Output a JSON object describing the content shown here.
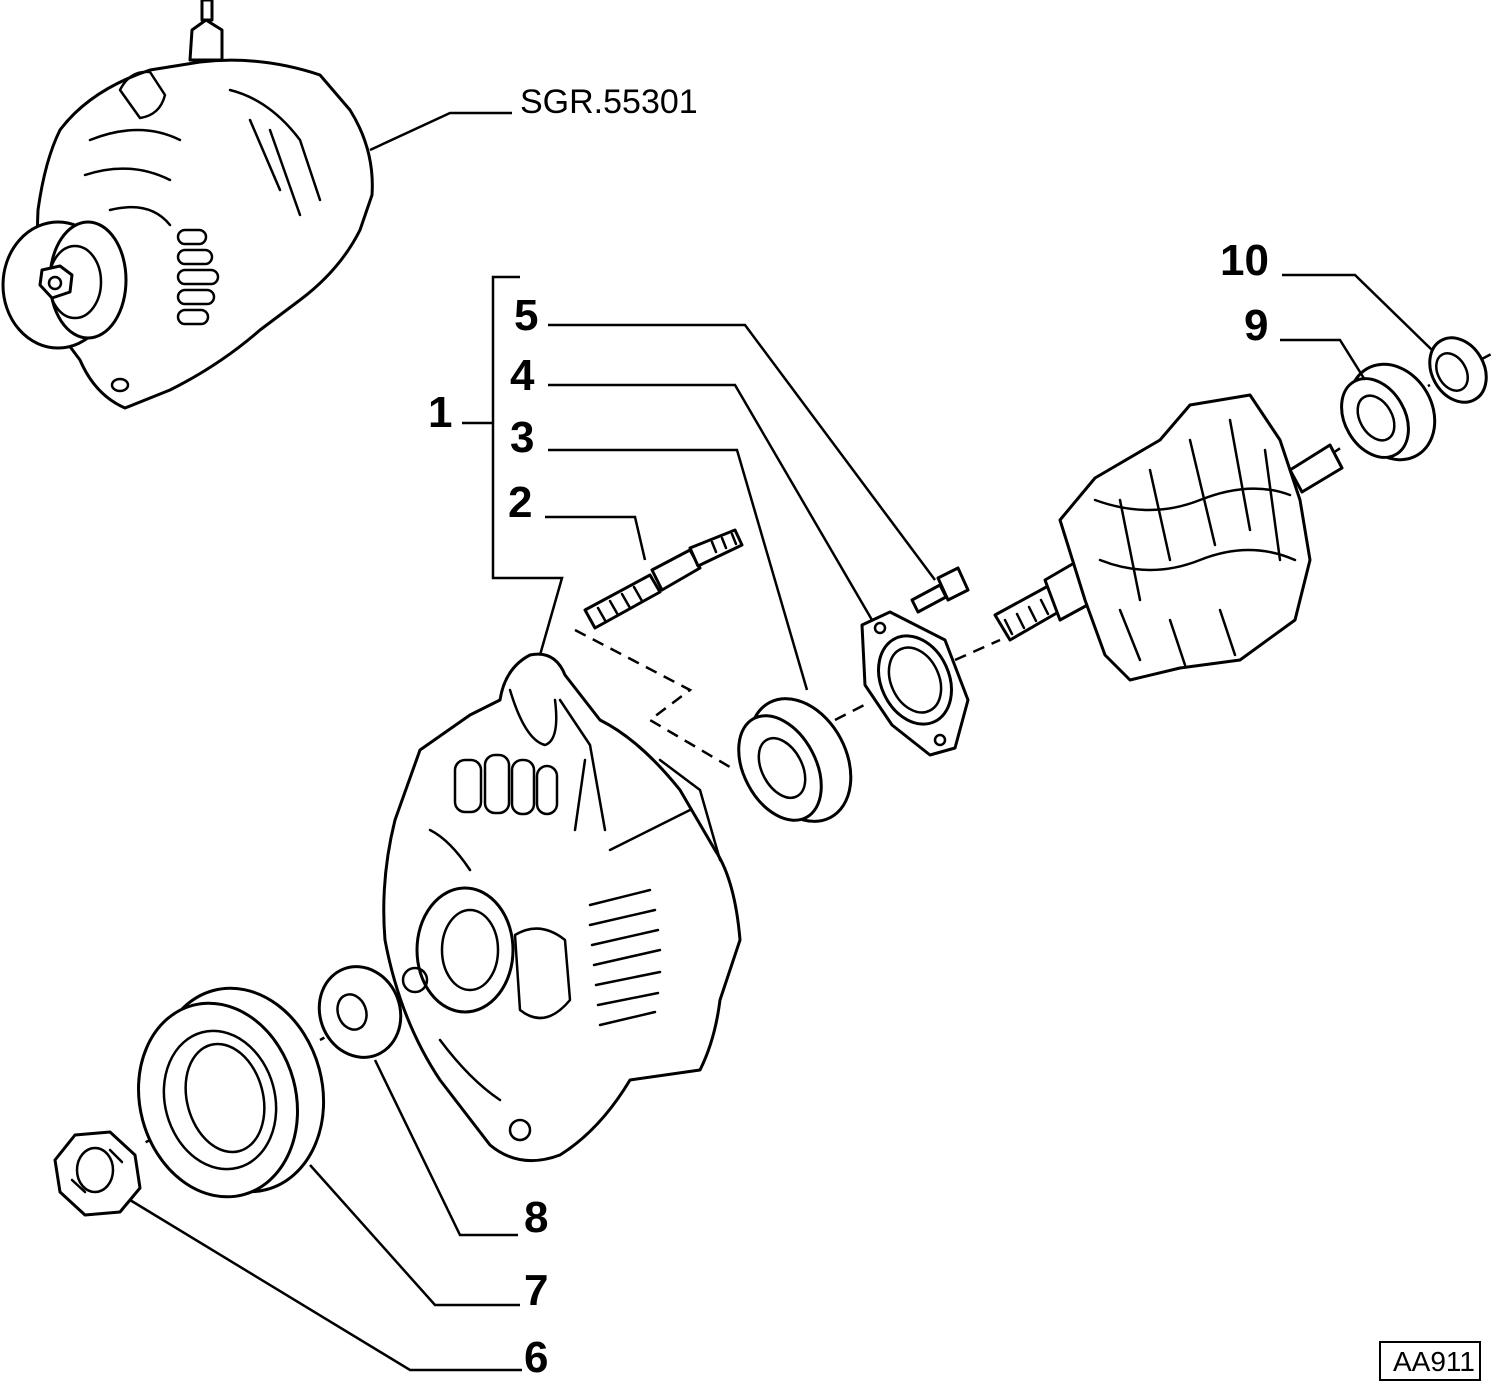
{
  "diagram": {
    "reference_label": "SGR.55301",
    "drawing_code": "AA911",
    "callouts": {
      "c1": "1",
      "c2": "2",
      "c3": "3",
      "c4": "4",
      "c5": "5",
      "c6": "6",
      "c7": "7",
      "c8": "8",
      "c9": "9",
      "c10": "10"
    },
    "colors": {
      "ink": "#000000",
      "paper": "#ffffff"
    }
  }
}
